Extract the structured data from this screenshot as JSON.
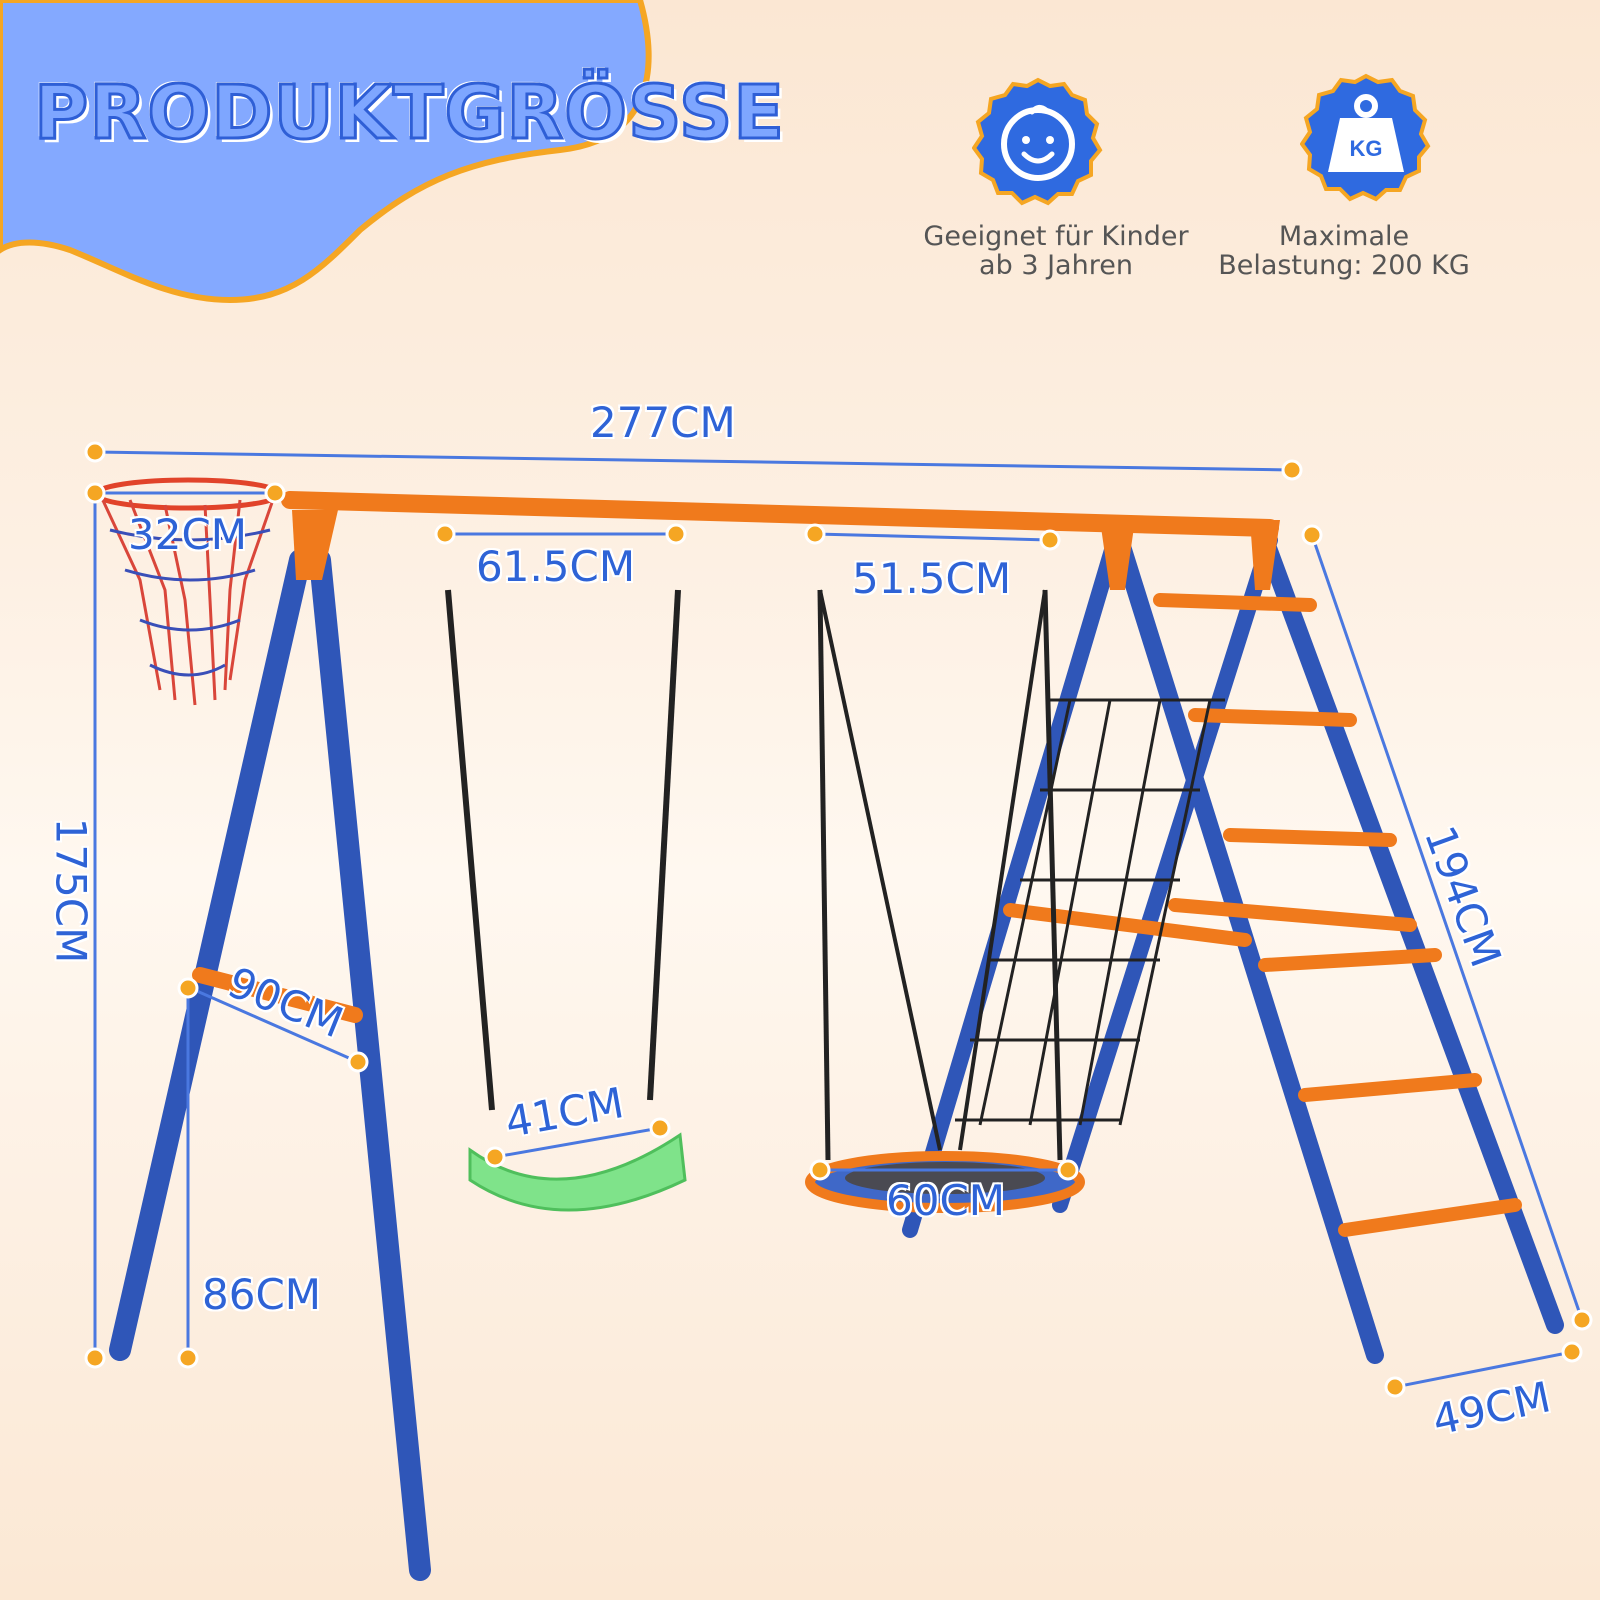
{
  "header": {
    "title": "PRODUKTGRÖSSE"
  },
  "features": [
    {
      "icon": "smiling-child-face-icon",
      "label_line1": "Geeignet für Kinder",
      "label_line2": "ab 3 Jahren"
    },
    {
      "icon": "kg-weight-icon",
      "icon_text": "KG",
      "label_line1": "Maximale",
      "label_line2": "Belastung: 200 KG"
    }
  ],
  "dimensions": {
    "total_width": "277CM",
    "hoop_diameter": "32CM",
    "swing_hanger_spacing": "61.5CM",
    "nest_hanger_spacing": "51.5CM",
    "frame_height": "175CM",
    "hoop_arm_length": "90CM",
    "hoop_pole_height": "86CM",
    "seat_width": "41CM",
    "nest_diameter": "60CM",
    "ladder_length": "194CM",
    "ladder_width": "49CM"
  },
  "colors": {
    "frame_blue": "#2f56b8",
    "frame_orange": "#f07a1c",
    "seat_green": "#7fe38a",
    "dimension_text": "#2e63d6",
    "marker_dot": "#f5a623",
    "banner_blue": "#84a9ff"
  }
}
